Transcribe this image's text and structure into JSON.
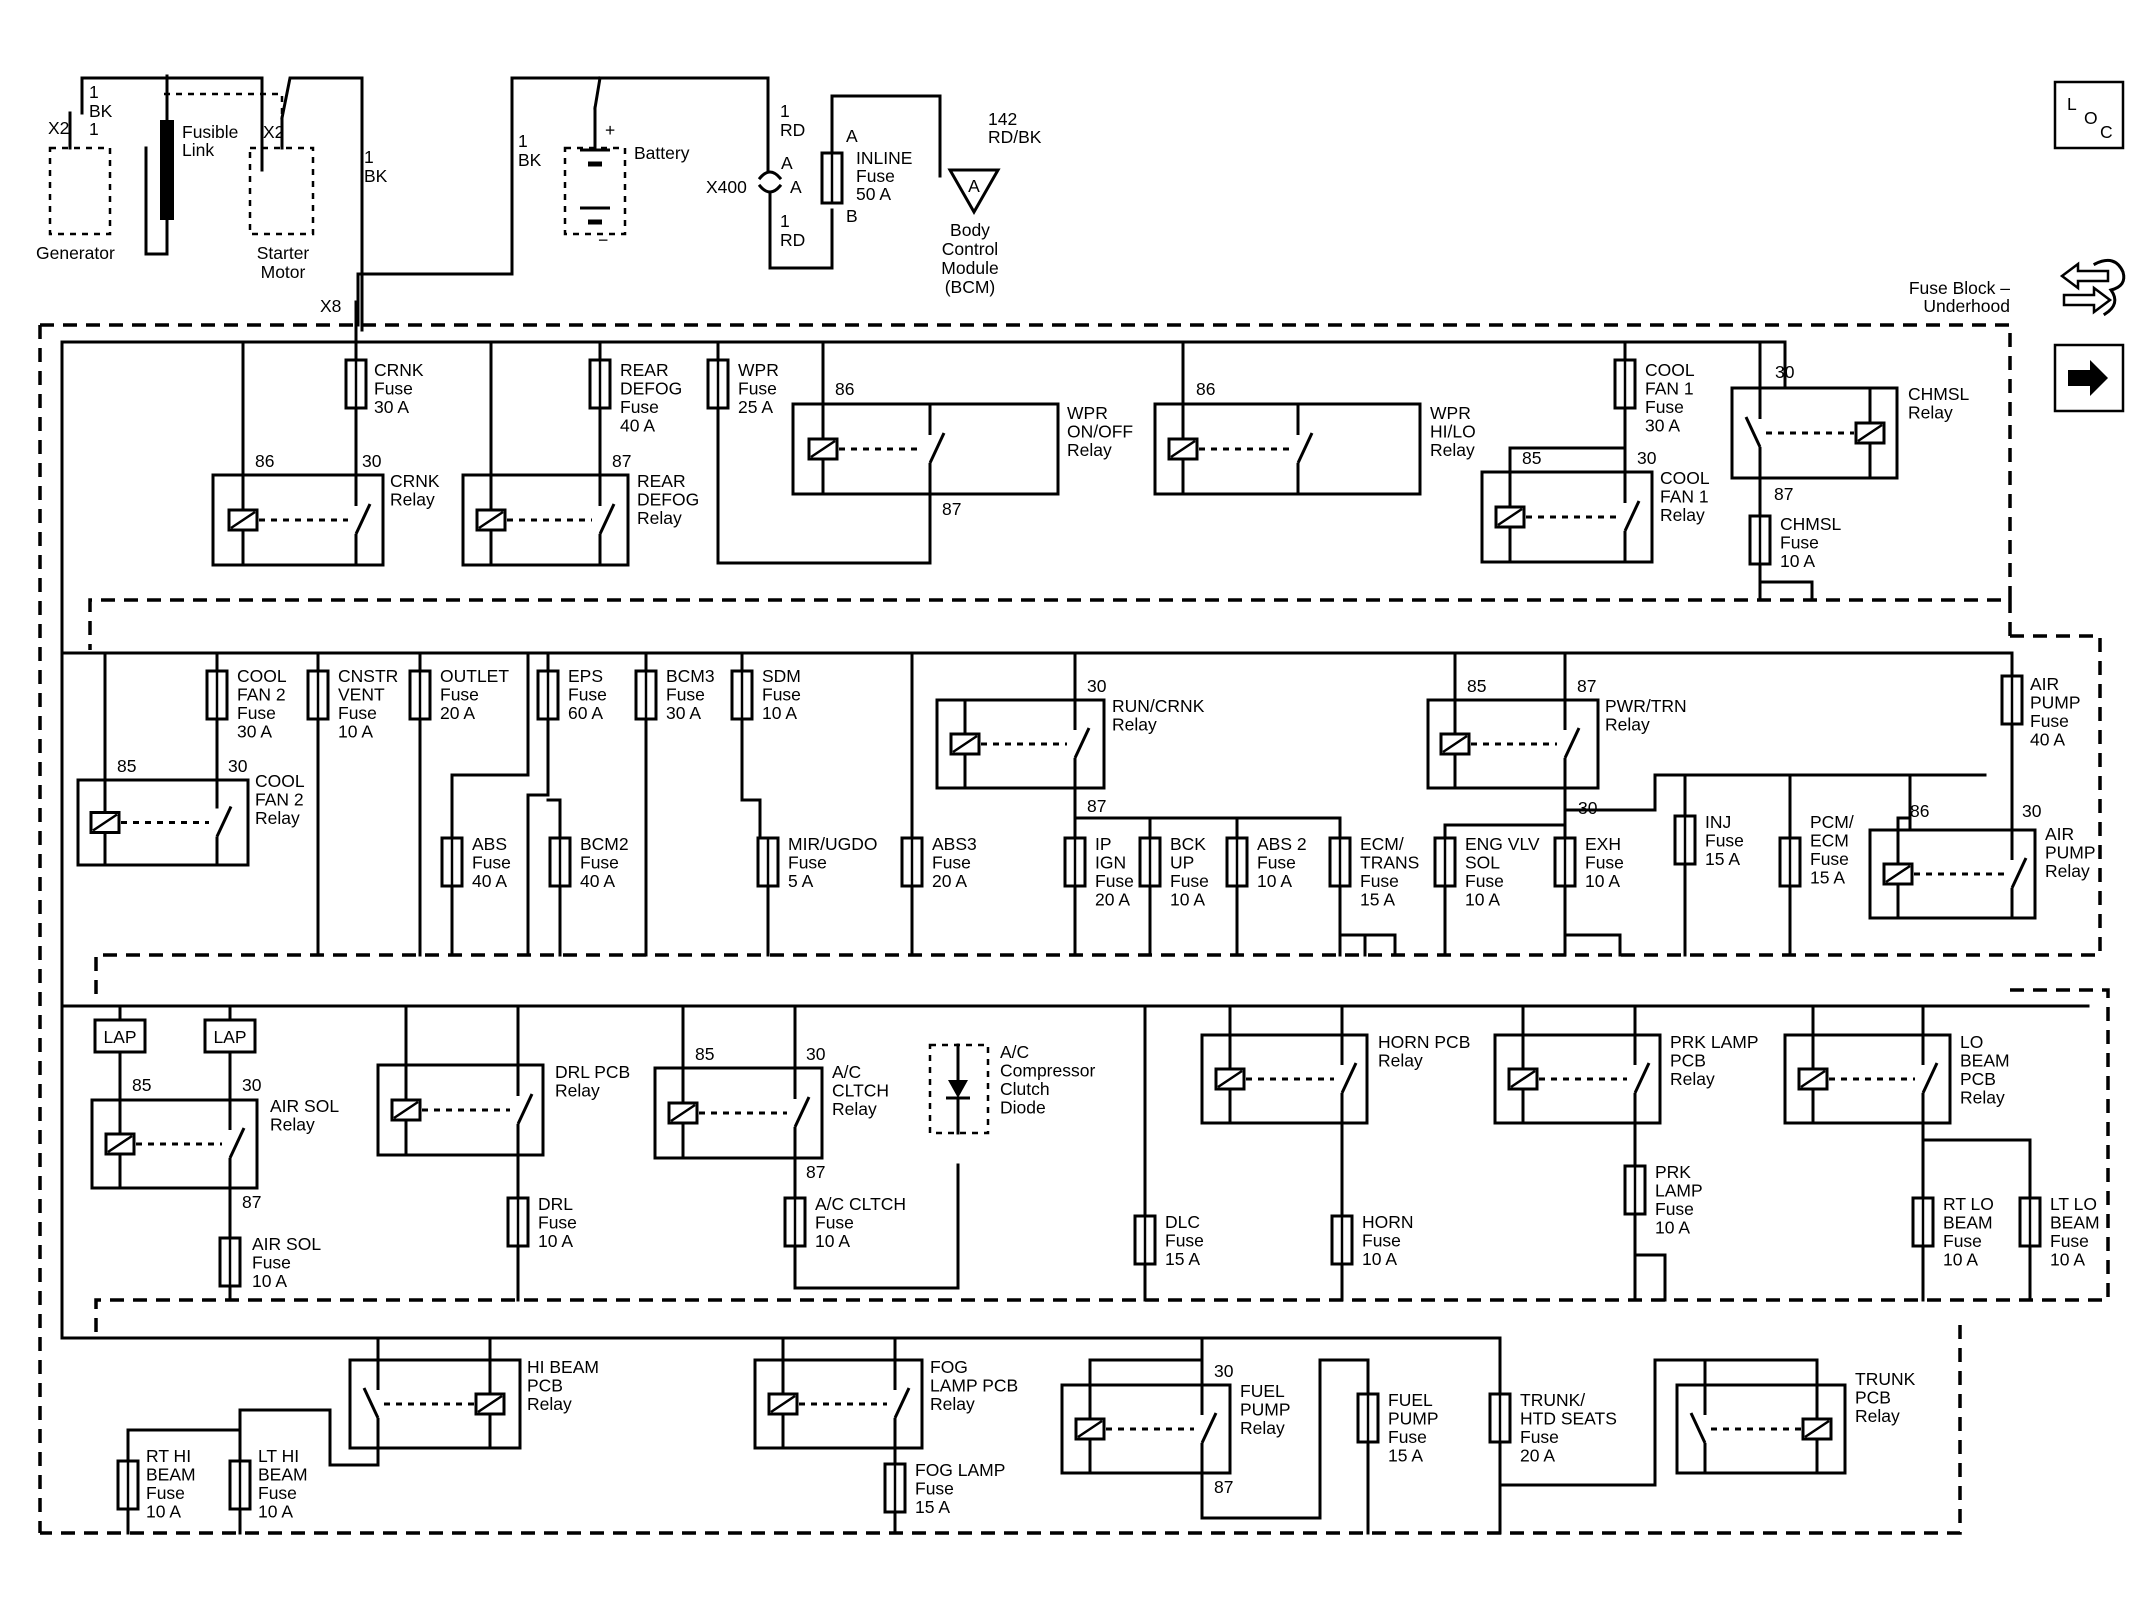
{
  "top": {
    "gen_x2": "X2",
    "gen_bk1": "1",
    "gen_bk2": "BK",
    "gen_1b": "1",
    "generator": "Generator",
    "fusible_link_1": "Fusible",
    "fusible_link_2": "Link",
    "starter_x2": "X2",
    "starter_1": "Starter",
    "starter_2": "Motor",
    "wire_1bk_a1": "1",
    "wire_1bk_a2": "BK",
    "wire_1bk_b1": "1",
    "wire_1bk_b2": "BK",
    "battery": "Battery",
    "bat_plus": "+",
    "bat_minus": "−",
    "wire_1rd_a1": "1",
    "wire_1rd_a2": "RD",
    "x400": "X400",
    "x400_a1": "A",
    "x400_a2": "A",
    "wire_1rd_b1": "1",
    "wire_1rd_b2": "RD",
    "inline_a": "A",
    "inline_b": "B",
    "inline_1": "INLINE",
    "inline_2": "Fuse",
    "inline_3": "50 A",
    "wire_142_1": "142",
    "wire_142_2": "RD/BK",
    "bcm_conn": "A",
    "bcm_1": "Body",
    "bcm_2": "Control",
    "bcm_3": "Module",
    "bcm_4": "(BCM)",
    "x8": "X8",
    "fuse_block_1": "Fuse Block –",
    "fuse_block_2": "Underhood",
    "loc_1": "L",
    "loc_2": "O",
    "loc_3": "C"
  },
  "r1": {
    "crnk_fuse": [
      "CRNK",
      "Fuse",
      "30 A"
    ],
    "rear_defog_fuse": [
      "REAR",
      "DEFOG",
      "Fuse",
      "40 A"
    ],
    "wpr_fuse": [
      "WPR",
      "Fuse",
      "25 A"
    ],
    "cool_fan1_fuse": [
      "COOL",
      "FAN 1",
      "Fuse",
      "30 A"
    ],
    "crnk_relay": [
      "CRNK",
      "Relay"
    ],
    "crnk_86": "86",
    "crnk_30": "30",
    "rear_defog_relay": [
      "REAR",
      "DEFOG",
      "Relay"
    ],
    "rear_defog_87": "87",
    "wpr_onoff_relay": [
      "WPR",
      "ON/OFF",
      "Relay"
    ],
    "wpr_onoff_86": "86",
    "wpr_onoff_87": "87",
    "wpr_hilo_relay": [
      "WPR",
      "HI/LO",
      "Relay"
    ],
    "wpr_hilo_86": "86",
    "cool_fan1_relay": [
      "COOL",
      "FAN 1",
      "Relay"
    ],
    "cool_fan1_85": "85",
    "cool_fan1_30": "30",
    "chmsl_relay": [
      "CHMSL",
      "Relay"
    ],
    "chmsl_30": "30",
    "chmsl_87": "87",
    "chmsl_fuse": [
      "CHMSL",
      "Fuse",
      "10 A"
    ]
  },
  "r2": {
    "cool_fan2_fuse": [
      "COOL",
      "FAN 2",
      "Fuse",
      "30 A"
    ],
    "cnstr_vent_fuse": [
      "CNSTR",
      "VENT",
      "Fuse",
      "10 A"
    ],
    "outlet_fuse": [
      "OUTLET",
      "Fuse",
      "20 A"
    ],
    "eps_fuse": [
      "EPS",
      "Fuse",
      "60 A"
    ],
    "bcm3_fuse": [
      "BCM3",
      "Fuse",
      "30 A"
    ],
    "sdm_fuse": [
      "SDM",
      "Fuse",
      "10 A"
    ],
    "cool_fan2_relay": [
      "COOL",
      "FAN 2",
      "Relay"
    ],
    "cool_fan2_85": "85",
    "cool_fan2_30": "30",
    "abs_fuse": [
      "ABS",
      "Fuse",
      "40 A"
    ],
    "bcm2_fuse": [
      "BCM2",
      "Fuse",
      "40 A"
    ],
    "mir_fuse": [
      "MIR/UGDO",
      "Fuse",
      "5 A"
    ],
    "abs3_fuse": [
      "ABS3",
      "Fuse",
      "20 A"
    ],
    "run_crnk_relay": [
      "RUN/CRNK",
      "Relay"
    ],
    "run_crnk_30": "30",
    "run_crnk_87": "87",
    "ip_ign_fuse": [
      "IP",
      "IGN",
      "Fuse",
      "20 A"
    ],
    "bck_up_fuse": [
      "BCK",
      "UP",
      "Fuse",
      "10 A"
    ],
    "abs2_fuse": [
      "ABS 2",
      "Fuse",
      "10 A"
    ],
    "ecm_trans_fuse": [
      "ECM/",
      "TRANS",
      "Fuse",
      "15 A"
    ],
    "pwr_trn_relay": [
      "PWR/TRN",
      "Relay"
    ],
    "pwr_trn_85": "85",
    "pwr_trn_87": "87",
    "pwr_trn_30": "30",
    "eng_vlv_fuse": [
      "ENG VLV",
      "SOL",
      "Fuse",
      "10 A"
    ],
    "exh_fuse": [
      "EXH",
      "Fuse",
      "10 A"
    ],
    "inj_fuse": [
      "INJ",
      "Fuse",
      "15 A"
    ],
    "pcm_ecm_fuse": [
      "PCM/",
      "ECM",
      "Fuse",
      "15 A"
    ],
    "air_pump_fuse": [
      "AIR",
      "PUMP",
      "Fuse",
      "40 A"
    ],
    "air_pump_relay": [
      "AIR",
      "PUMP",
      "Relay"
    ],
    "air_pump_86": "86",
    "air_pump_30": "30"
  },
  "r3": {
    "lap1": "LAP",
    "lap2": "LAP",
    "air_sol_relay": [
      "AIR SOL",
      "Relay"
    ],
    "air_sol_85": "85",
    "air_sol_30": "30",
    "air_sol_87": "87",
    "air_sol_fuse": [
      "AIR SOL",
      "Fuse",
      "10 A"
    ],
    "drl_pcb_relay": [
      "DRL PCB",
      "Relay"
    ],
    "drl_fuse": [
      "DRL",
      "Fuse",
      "10 A"
    ],
    "ac_clutch_relay": [
      "A/C",
      "CLTCH",
      "Relay"
    ],
    "ac_85": "85",
    "ac_30": "30",
    "ac_87": "87",
    "ac_clutch_fuse": [
      "A/C CLTCH",
      "Fuse",
      "10 A"
    ],
    "ac_diode": [
      "A/C",
      "Compressor",
      "Clutch",
      "Diode"
    ],
    "dlc_fuse": [
      "DLC",
      "Fuse",
      "15 A"
    ],
    "horn_pcb_relay": [
      "HORN PCB",
      "Relay"
    ],
    "horn_fuse": [
      "HORN",
      "Fuse",
      "10 A"
    ],
    "prk_lamp_relay": [
      "PRK LAMP",
      "PCB",
      "Relay"
    ],
    "prk_lamp_fuse": [
      "PRK",
      "LAMP",
      "Fuse",
      "10 A"
    ],
    "lo_beam_relay": [
      "LO",
      "BEAM",
      "PCB",
      "Relay"
    ],
    "rt_lo_beam_fuse": [
      "RT LO",
      "BEAM",
      "Fuse",
      "10 A"
    ],
    "lt_lo_beam_fuse": [
      "LT LO",
      "BEAM",
      "Fuse",
      "10 A"
    ]
  },
  "r4": {
    "hi_beam_relay": [
      "HI BEAM",
      "PCB",
      "Relay"
    ],
    "rt_hi_beam_fuse": [
      "RT HI",
      "BEAM",
      "Fuse",
      "10 A"
    ],
    "lt_hi_beam_fuse": [
      "LT HI",
      "BEAM",
      "Fuse",
      "10 A"
    ],
    "fog_lamp_relay": [
      "FOG",
      "LAMP PCB",
      "Relay"
    ],
    "fog_lamp_fuse": [
      "FOG LAMP",
      "Fuse",
      "15 A"
    ],
    "fuel_pump_relay": [
      "FUEL",
      "PUMP",
      "Relay"
    ],
    "fuel_pump_30": "30",
    "fuel_pump_87": "87",
    "fuel_pump_fuse": [
      "FUEL",
      "PUMP",
      "Fuse",
      "15 A"
    ],
    "trunk_fuse": [
      "TRUNK/",
      "HTD SEATS",
      "Fuse",
      "20 A"
    ],
    "trunk_relay": [
      "TRUNK",
      "PCB",
      "Relay"
    ]
  },
  "icons": [
    "loc-icon",
    "wiring-harness-icon",
    "arrow-right-icon"
  ]
}
